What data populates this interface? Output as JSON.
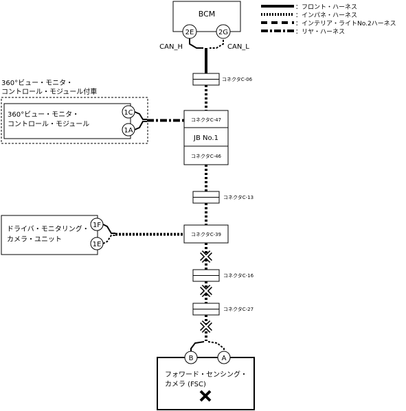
{
  "legend": {
    "front": "：フロント・ハーネス",
    "inpane": "：インパネ・ハーネス",
    "interior": "：インテリア・ライトNo.2ハーネス",
    "rear": "：リヤ・ハーネス"
  },
  "bcm": {
    "label": "BCM",
    "pin_2e": "2E",
    "pin_2g": "2G",
    "can_h": "CAN_H",
    "can_l": "CAN_L"
  },
  "connectors": {
    "c06": "コネクタC-06",
    "c47": "コネクタC-47",
    "jb": "JB No.1",
    "c46": "コネクタC-46",
    "c13": "コネクタC-13",
    "c39": "コネクタC-39",
    "c16": "コネクタC-16",
    "c27": "コネクタC-27"
  },
  "svm": {
    "note_line1": "360°ビュー・モニタ・",
    "note_line2": "コントロール・モジュール付車",
    "label_line1": "360°ビュー・モニタ・",
    "label_line2": "コントロール・モジュール",
    "pin_1c": "1C",
    "pin_1a": "1A"
  },
  "dmc": {
    "label_line1": "ドライバ・モニタリング・",
    "label_line2": "カメラ・ユニット",
    "pin_1f": "1F",
    "pin_1e": "1E"
  },
  "fsc": {
    "label_line1": "フォワード・センシング・",
    "label_line2": "カメラ (FSC)",
    "pin_b": "B",
    "pin_a": "A"
  }
}
